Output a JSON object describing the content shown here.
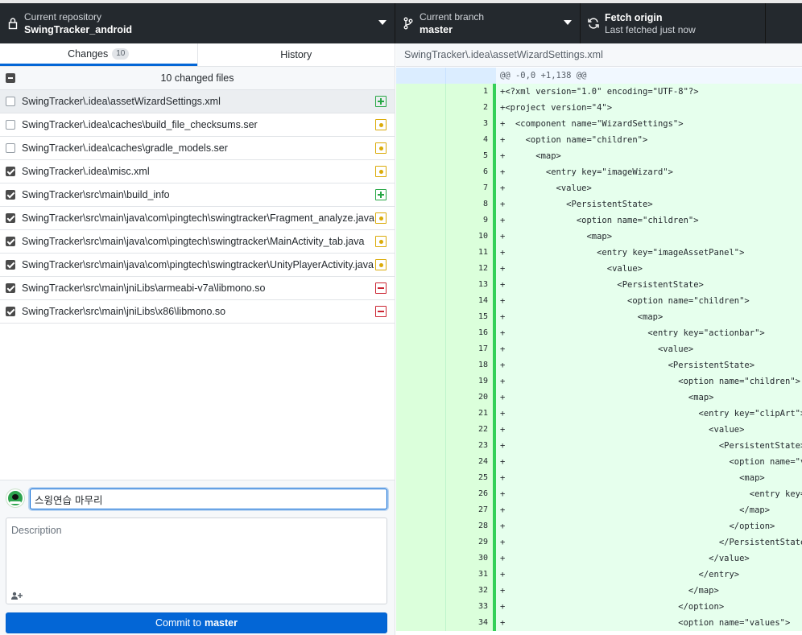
{
  "toolbar": {
    "repo": {
      "label": "Current repository",
      "value": "SwingTracker_android",
      "icon": "lock-icon"
    },
    "branch": {
      "label": "Current branch",
      "value": "master",
      "icon": "branch-icon"
    },
    "fetch": {
      "label": "Fetch origin",
      "sub": "Last fetched just now",
      "icon": "sync-icon"
    }
  },
  "tabs": [
    {
      "label": "Changes",
      "count": "10"
    },
    {
      "label": "History"
    }
  ],
  "changes": {
    "header": "10 changed files",
    "files": [
      {
        "path": "SwingTracker\\.idea\\assetWizardSettings.xml",
        "checked": false,
        "status": "added",
        "selected": true
      },
      {
        "path": "SwingTracker\\.idea\\caches\\build_file_checksums.ser",
        "checked": false,
        "status": "modified"
      },
      {
        "path": "SwingTracker\\.idea\\caches\\gradle_models.ser",
        "checked": false,
        "status": "modified"
      },
      {
        "path": "SwingTracker\\.idea\\misc.xml",
        "checked": true,
        "status": "modified"
      },
      {
        "path": "SwingTracker\\src\\main\\build_info",
        "checked": true,
        "status": "added"
      },
      {
        "path": "SwingTracker\\src\\main\\java\\com\\pingtech\\swingtracker\\Fragment_analyze.java",
        "checked": true,
        "status": "modified"
      },
      {
        "path": "SwingTracker\\src\\main\\java\\com\\pingtech\\swingtracker\\MainActivity_tab.java",
        "checked": true,
        "status": "modified"
      },
      {
        "path": "SwingTracker\\src\\main\\java\\com\\pingtech\\swingtracker\\UnityPlayerActivity.java",
        "checked": true,
        "status": "modified"
      },
      {
        "path": "SwingTracker\\src\\main\\jniLibs\\armeabi-v7a\\libmono.so",
        "checked": true,
        "status": "removed"
      },
      {
        "path": "SwingTracker\\src\\main\\jniLibs\\x86\\libmono.so",
        "checked": true,
        "status": "removed"
      }
    ]
  },
  "commit": {
    "summary": "스윙연습 마무리",
    "description_placeholder": "Description",
    "button_prefix": "Commit to",
    "button_branch": "master"
  },
  "diff": {
    "file_path": "SwingTracker\\.idea\\assetWizardSettings.xml",
    "hunk": "@@ -0,0 +1,138 @@",
    "lines": [
      {
        "n": "1",
        "text": "+<?xml version=\"1.0\" encoding=\"UTF-8\"?>"
      },
      {
        "n": "2",
        "text": "+<project version=\"4\">"
      },
      {
        "n": "3",
        "text": "+  <component name=\"WizardSettings\">"
      },
      {
        "n": "4",
        "text": "+    <option name=\"children\">"
      },
      {
        "n": "5",
        "text": "+      <map>"
      },
      {
        "n": "6",
        "text": "+        <entry key=\"imageWizard\">"
      },
      {
        "n": "7",
        "text": "+          <value>"
      },
      {
        "n": "8",
        "text": "+            <PersistentState>"
      },
      {
        "n": "9",
        "text": "+              <option name=\"children\">"
      },
      {
        "n": "10",
        "text": "+                <map>"
      },
      {
        "n": "11",
        "text": "+                  <entry key=\"imageAssetPanel\">"
      },
      {
        "n": "12",
        "text": "+                    <value>"
      },
      {
        "n": "13",
        "text": "+                      <PersistentState>"
      },
      {
        "n": "14",
        "text": "+                        <option name=\"children\">"
      },
      {
        "n": "15",
        "text": "+                          <map>"
      },
      {
        "n": "16",
        "text": "+                            <entry key=\"actionbar\">"
      },
      {
        "n": "17",
        "text": "+                              <value>"
      },
      {
        "n": "18",
        "text": "+                                <PersistentState>"
      },
      {
        "n": "19",
        "text": "+                                  <option name=\"children\">"
      },
      {
        "n": "20",
        "text": "+                                    <map>"
      },
      {
        "n": "21",
        "text": "+                                      <entry key=\"clipArt\">"
      },
      {
        "n": "22",
        "text": "+                                        <value>"
      },
      {
        "n": "23",
        "text": "+                                          <PersistentState>"
      },
      {
        "n": "24",
        "text": "+                                            <option name=\"values\">"
      },
      {
        "n": "25",
        "text": "+                                              <map>"
      },
      {
        "n": "26",
        "text": "+                                                <entry key=\"color\""
      },
      {
        "n": "27",
        "text": "+                                              </map>"
      },
      {
        "n": "28",
        "text": "+                                            </option>"
      },
      {
        "n": "29",
        "text": "+                                          </PersistentState>"
      },
      {
        "n": "30",
        "text": "+                                        </value>"
      },
      {
        "n": "31",
        "text": "+                                      </entry>"
      },
      {
        "n": "32",
        "text": "+                                    </map>"
      },
      {
        "n": "33",
        "text": "+                                  </option>"
      },
      {
        "n": "34",
        "text": "+                                  <option name=\"values\">"
      }
    ]
  }
}
